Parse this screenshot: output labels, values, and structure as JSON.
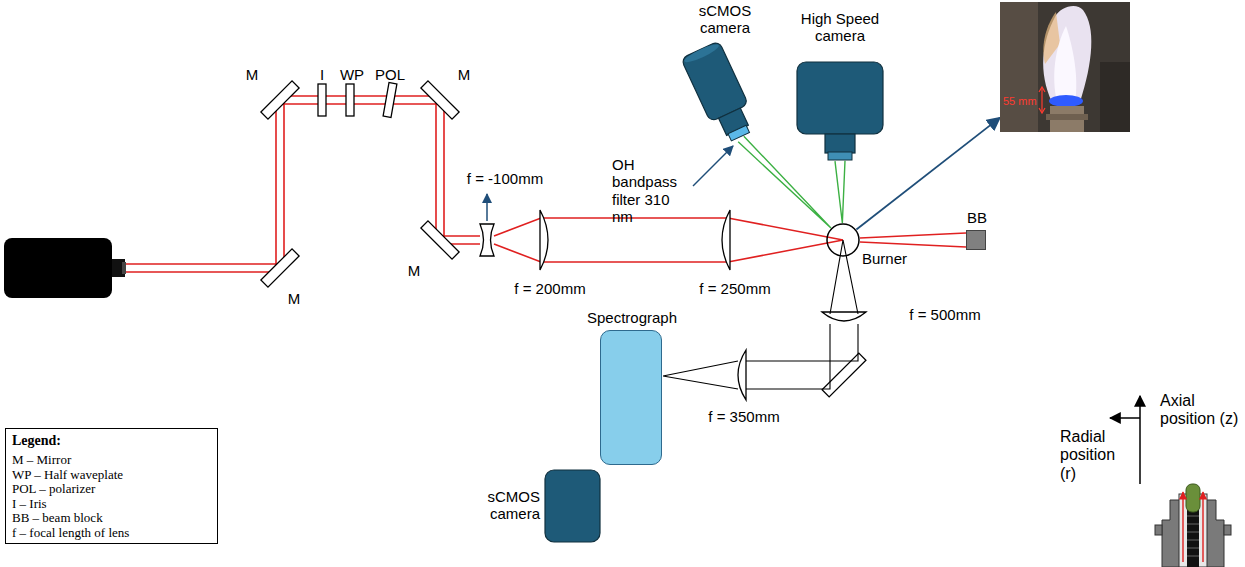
{
  "diagram": {
    "nodes": [
      {
        "text": [
          "sCMOS camera"
        ]
      },
      {
        "text": [
          "High Speed camera"
        ]
      },
      {
        "text": [
          "55 mm"
        ]
      },
      {
        "text": [
          "Burner"
        ]
      },
      {
        "text": [
          "BB"
        ]
      },
      {
        "text": [
          "Spectrograph"
        ]
      },
      {
        "text": [
          "sCMOS camera"
        ]
      }
    ],
    "edges": [
      {
        "from": 0,
        "to": 3,
        "arrow": "none"
      },
      {
        "from": 1,
        "to": 3,
        "arrow": "none"
      },
      {
        "from": 3,
        "to": 2,
        "arrow": "to"
      },
      {
        "from": 3,
        "to": 4,
        "arrow": "none"
      }
    ],
    "labels": [
      "I",
      "WP",
      "POL",
      "M",
      "M",
      "M",
      "M",
      "f = -100mm",
      "f = 200mm",
      "f = 250mm",
      "f = 500mm",
      "f = 350mm",
      "OH bandpass filter 310 nm",
      "Radial position (r)",
      "Axial position (z)",
      "Legend:"
    ],
    "legend": [
      {
        "text": "M – Mirror"
      },
      {
        "text": "WP – Half waveplate"
      },
      {
        "text": "POL – polarizer"
      },
      {
        "text": "I – Iris"
      },
      {
        "text": "BB – beam block"
      },
      {
        "text": "f – focal length of lens"
      }
    ]
  }
}
